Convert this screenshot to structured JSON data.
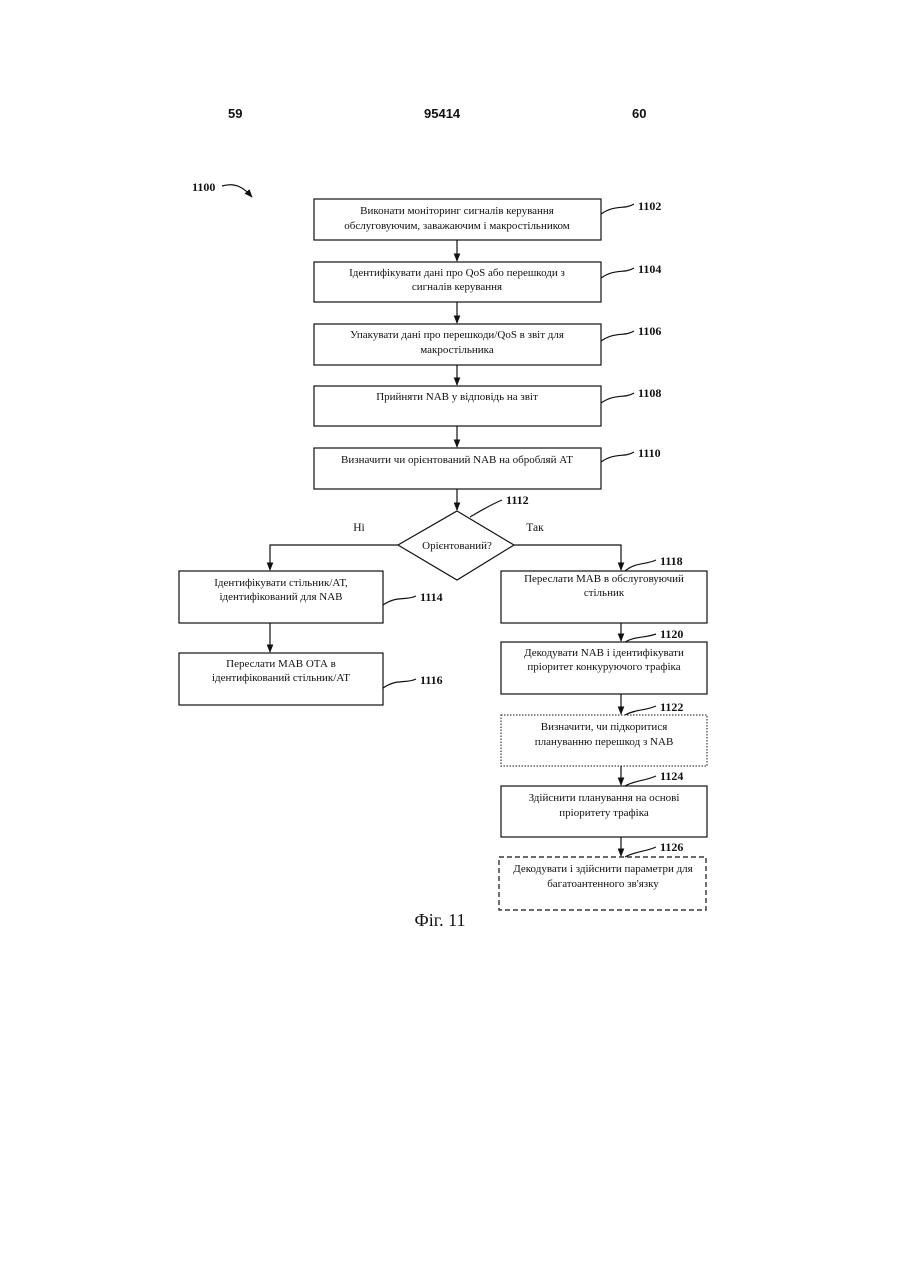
{
  "header": {
    "left_page": "59",
    "patent_number": "95414",
    "right_page": "60"
  },
  "figure": {
    "label": "1100",
    "caption": "Фіг. 11"
  },
  "steps": {
    "s1102": {
      "ref": "1102",
      "lines": [
        "Виконати моніторинг сигналів керування",
        "обслуговуючим, заважаючим і макростільником"
      ]
    },
    "s1104": {
      "ref": "1104",
      "lines": [
        "Ідентифікувати дані про QoS або перешкоди з",
        "сигналів керування"
      ]
    },
    "s1106": {
      "ref": "1106",
      "lines": [
        "Упакувати дані про перешкоди/QoS в звіт для",
        "макростільника"
      ]
    },
    "s1108": {
      "ref": "1108",
      "lines": [
        "Прийняти NAB у відповідь на звіт"
      ]
    },
    "s1110": {
      "ref": "1110",
      "lines": [
        "Визначити чи орієнтований NAB на обробляй АТ"
      ]
    },
    "d1112": {
      "ref": "1112",
      "lines": [
        "Орієнтований?"
      ],
      "no_label": "Ні",
      "yes_label": "Так"
    },
    "s1114": {
      "ref": "1114",
      "lines": [
        "Ідентифікувати стільник/АТ,",
        "ідентифікований для NAB"
      ]
    },
    "s1116": {
      "ref": "1116",
      "lines": [
        "Переслати МАВ ОТА в",
        "ідентифікований стільник/АТ"
      ]
    },
    "s1118": {
      "ref": "1118",
      "lines": [
        "Переслати МАВ в обслуговуючий",
        "стільник"
      ]
    },
    "s1120": {
      "ref": "1120",
      "lines": [
        "Декодувати NAB і ідентифікувати",
        "пріоритет конкуруючого трафіка"
      ]
    },
    "s1122": {
      "ref": "1122",
      "lines": [
        "Визначити, чи підкоритися",
        "плануванню перешкод з NAB"
      ]
    },
    "s1124": {
      "ref": "1124",
      "lines": [
        "Здійснити планування на основі",
        "пріоритету трафіка"
      ]
    },
    "s1126": {
      "ref": "1126",
      "lines": [
        "Декодувати і здійснити параметри для",
        "багатоантенного зв'язку"
      ]
    }
  }
}
